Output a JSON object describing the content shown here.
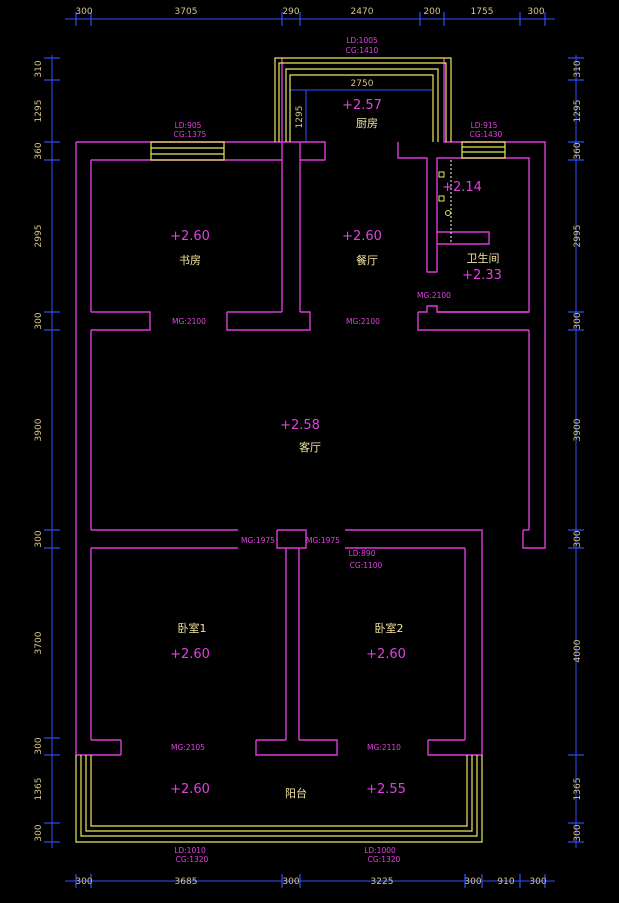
{
  "dims": {
    "top": [
      "300",
      "3705",
      "290",
      "2470",
      "200",
      "1755",
      "300"
    ],
    "bottom": [
      "300",
      "3685",
      "300",
      "3225",
      "300",
      "910",
      "300"
    ],
    "left": [
      "310",
      "1295",
      "360",
      "2995",
      "300",
      "3900",
      "300",
      "3700",
      "300",
      "1365",
      "300"
    ],
    "right": [
      "310",
      "1295",
      "360",
      "2995",
      "300",
      "3900",
      "300",
      "4000",
      "1365",
      "300"
    ],
    "kitchen_inner_width": "2750",
    "kitchen_inner_height": "1295"
  },
  "rooms": {
    "kitchen": {
      "name": "厨房",
      "elev": "+2.57"
    },
    "study": {
      "name": "书房",
      "elev": "+2.60"
    },
    "dining": {
      "name": "餐厅",
      "elev": "+2.60"
    },
    "bath": {
      "name": "卫生间",
      "elev": "+2.33",
      "elev2": "+2.14"
    },
    "living": {
      "name": "客厅",
      "elev": "+2.58"
    },
    "bedroom1": {
      "name": "卧室1",
      "elev": "+2.60"
    },
    "bedroom2": {
      "name": "卧室2",
      "elev": "+2.60"
    },
    "balcony": {
      "name": "阳台",
      "elev_left": "+2.60",
      "elev_right": "+2.55"
    }
  },
  "openings": {
    "kitchen_ld": "LD:1005",
    "kitchen_cg": "CG:1410",
    "study_ld": "LD:905",
    "study_cg": "CG:1375",
    "bath_ld": "LD:915",
    "bath_cg": "CG:1430",
    "bath_mg": "MG:2100",
    "study_mg": "MG:2100",
    "dining_mg": "MG:2100",
    "bed1_mg": "MG:1975",
    "bed2_mg": "MG:1975",
    "bed2_ld": "LD:890",
    "bed2_cg": "CG:1100",
    "balc1_mg": "MG:2105",
    "balc2_mg": "MG:2110",
    "balc1_ld": "LD:1010",
    "balc1_cg": "CG:1320",
    "balc2_ld": "LD:1000",
    "balc2_cg": "CG:1320"
  }
}
